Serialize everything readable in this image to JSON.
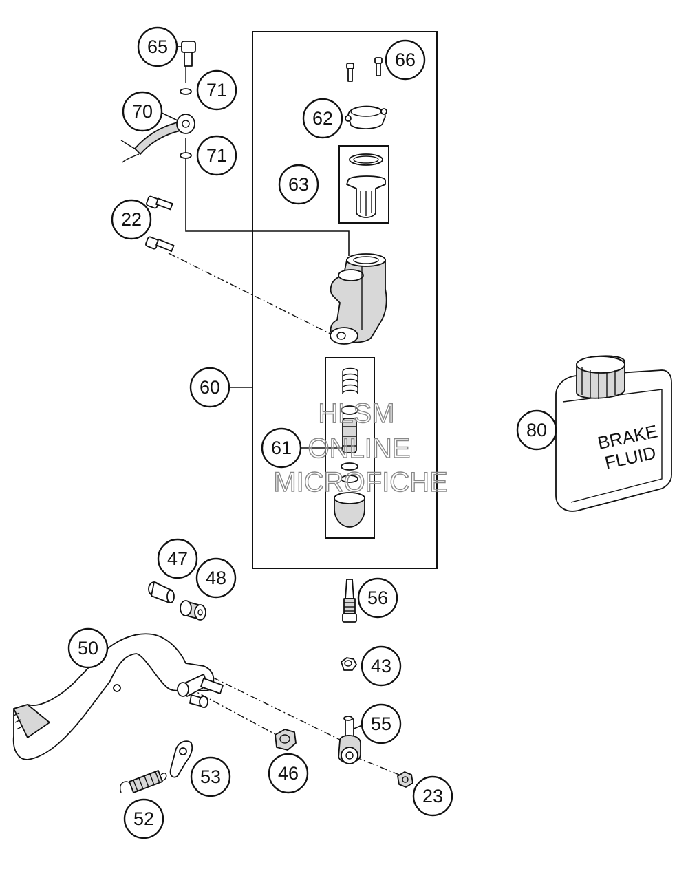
{
  "callouts": {
    "c65": "65",
    "c71a": "71",
    "c70": "70",
    "c71b": "71",
    "c22": "22",
    "c66": "66",
    "c62": "62",
    "c63": "63",
    "c60": "60",
    "c61": "61",
    "c80": "80",
    "c47": "47",
    "c48": "48",
    "c56": "56",
    "c50": "50",
    "c43": "43",
    "c55": "55",
    "c53": "53",
    "c46": "46",
    "c23": "23",
    "c52": "52"
  },
  "fluid_can": {
    "line1": "BRAKE",
    "line2": "FLUID"
  },
  "watermark": {
    "line1": "HLSM",
    "line2": "ONLINE",
    "line3": "MICROFICHE"
  }
}
